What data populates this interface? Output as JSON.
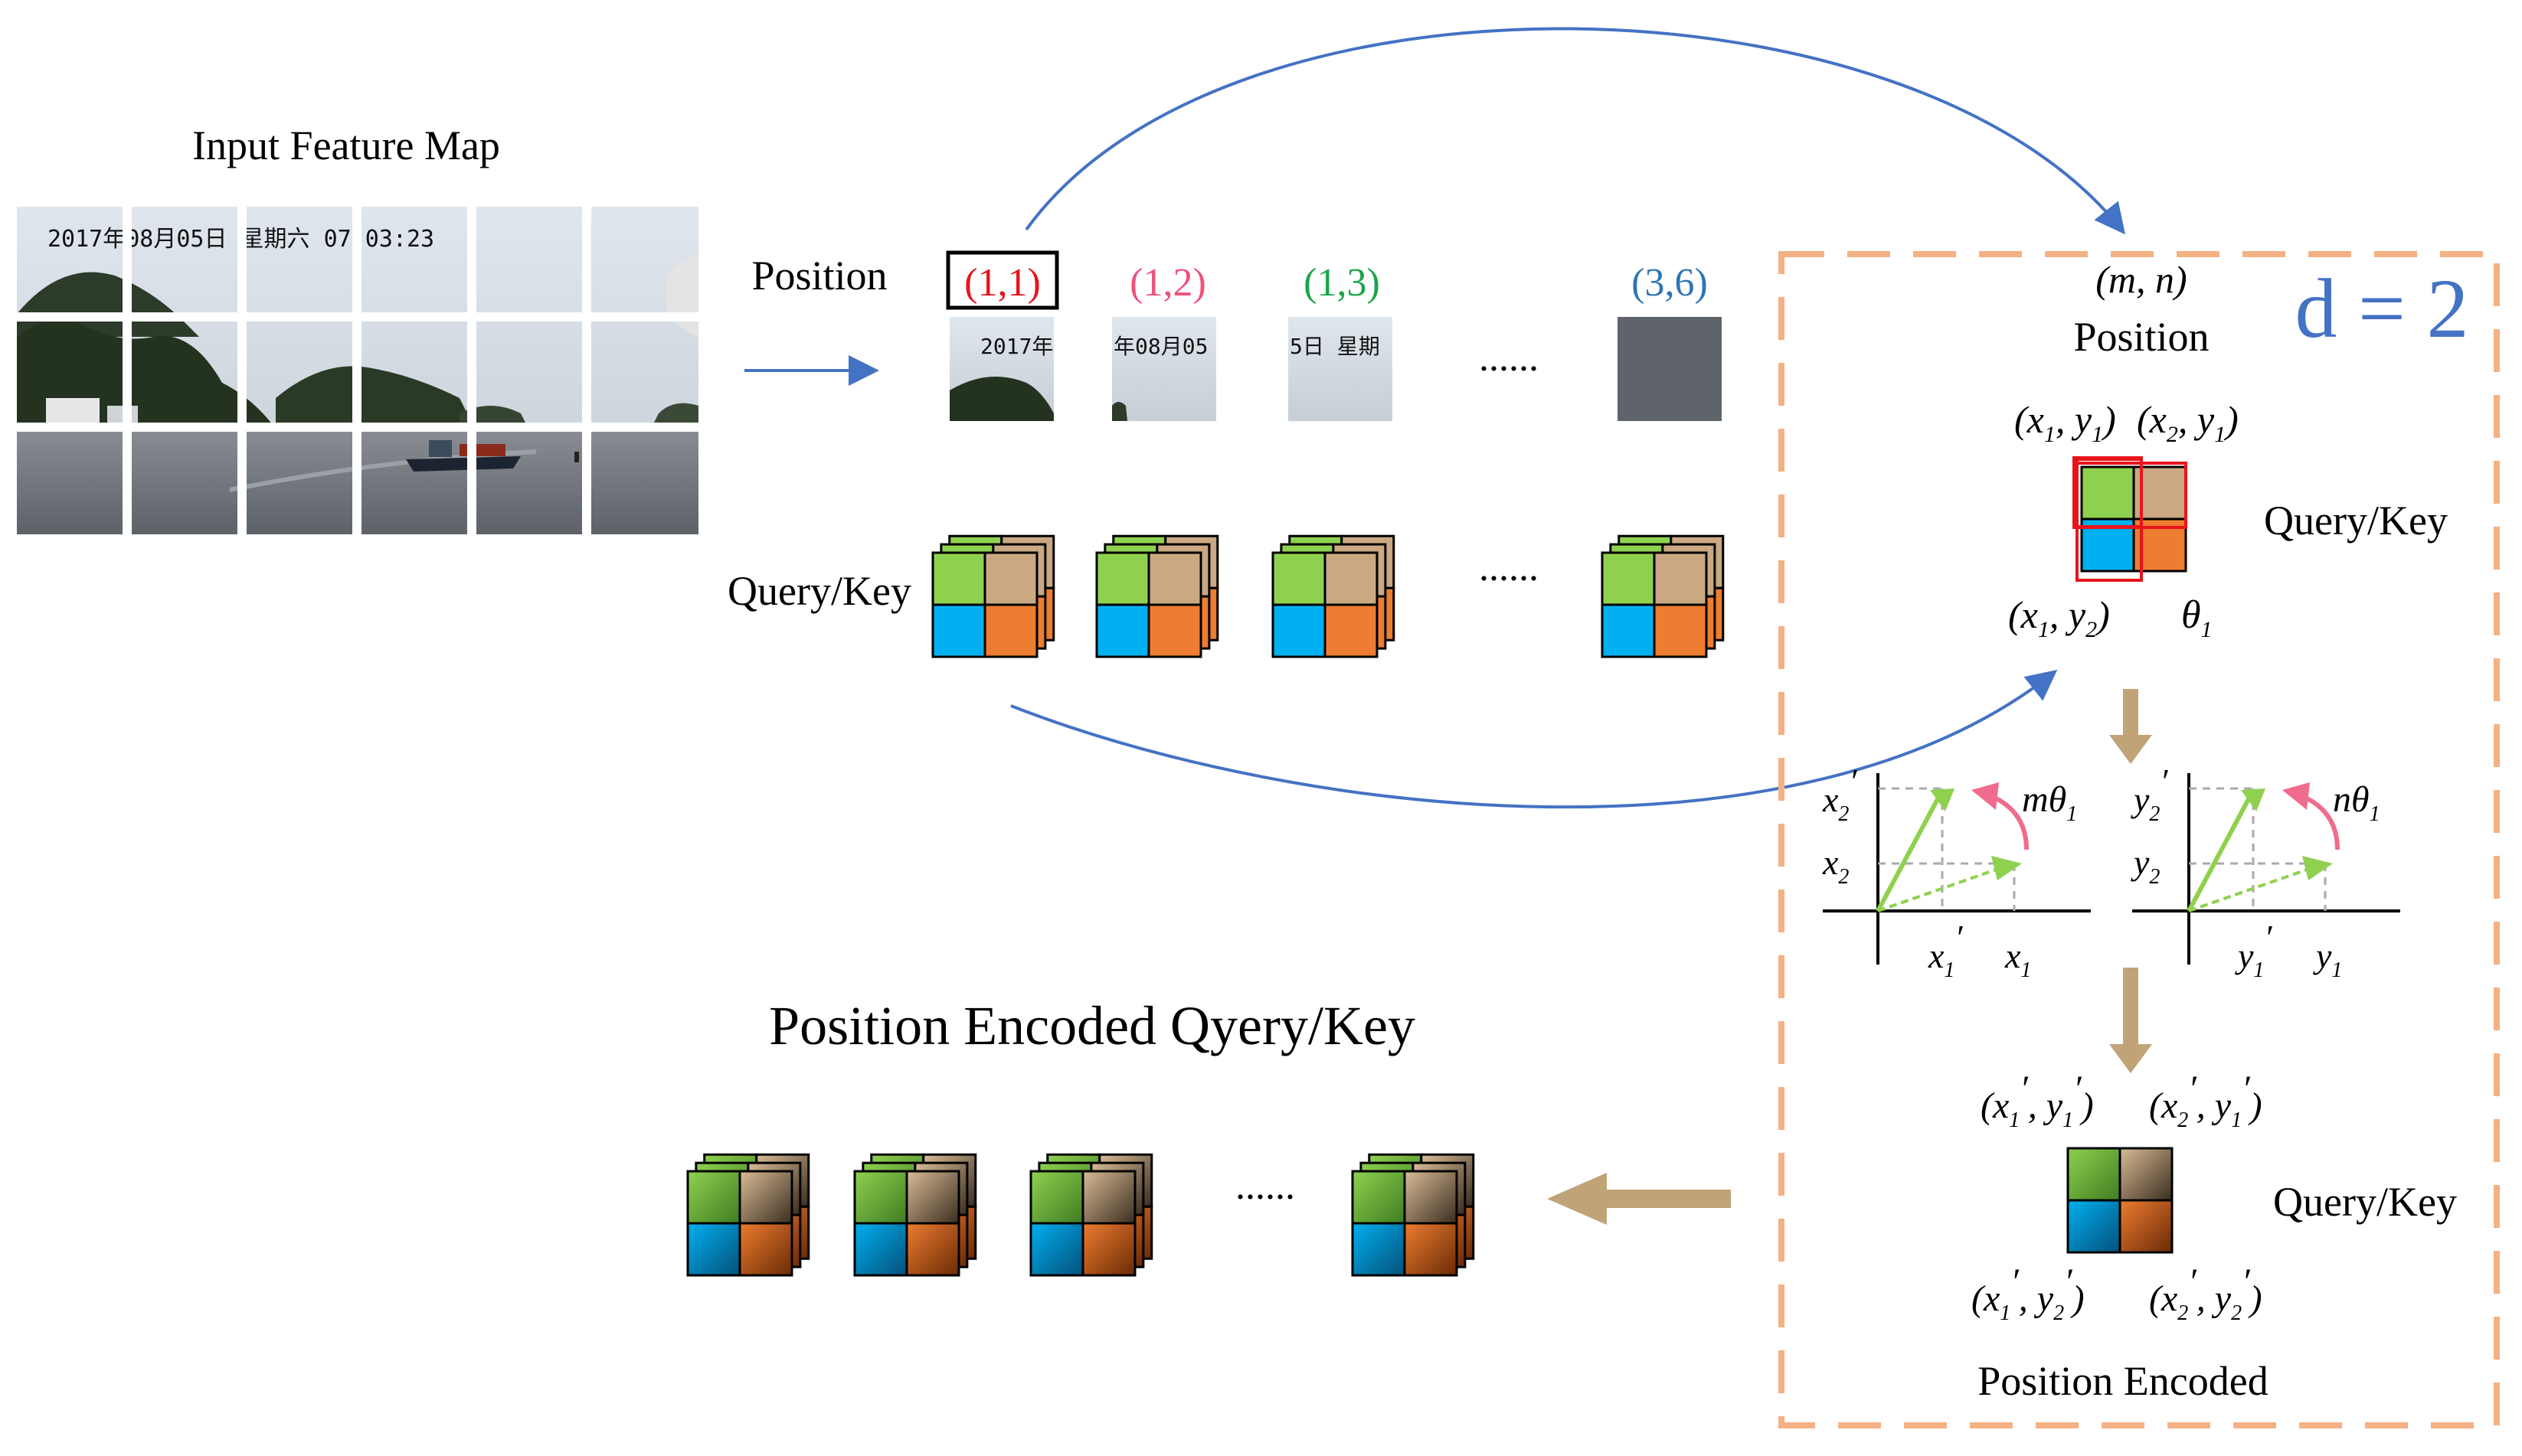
{
  "labels": {
    "input_feature_map": "Input Feature Map",
    "position": "Position",
    "query_key": "Query/Key",
    "ellipsis": "......",
    "position_encoded_title": "Position Encoded Qyery/Key",
    "d_label": "d = 2",
    "mn": "(m, n)",
    "position_right": "Position",
    "query_key_right": "Query/Key",
    "query_key_encoded": "Query/Key",
    "position_encoded": "Position Encoded",
    "theta": "θ",
    "theta_sub": "1"
  },
  "photo": {
    "timestamp": "2017年08月05日 星期六 07:03:23",
    "grid_rows": 3,
    "grid_cols": 6
  },
  "patches": [
    {
      "label": "(1,1)",
      "color": "#e8141c",
      "text": "2017年"
    },
    {
      "label": "(1,2)",
      "color": "#f0507a",
      "text": "年08月05"
    },
    {
      "label": "(1,3)",
      "color": "#1aa54a",
      "text": "5日 星期"
    },
    {
      "label": "(3,6)",
      "color": "#2e75b6",
      "text": ""
    }
  ],
  "corners": {
    "top_left": {
      "x": "x",
      "xs": "1",
      "y": "y",
      "ys": "1"
    },
    "top_right": {
      "x": "x",
      "xs": "2",
      "y": "y",
      "ys": "1"
    },
    "bottom_left": {
      "x": "x",
      "xs": "1",
      "y": "y",
      "ys": "2"
    }
  },
  "encoded_corners": {
    "top_left": {
      "x": "x",
      "xs": "1",
      "y": "y",
      "ys": "1"
    },
    "top_right": {
      "x": "x",
      "xs": "2",
      "y": "y",
      "ys": "1"
    },
    "bottom_left": {
      "x": "x",
      "xs": "1",
      "y": "y",
      "ys": "2"
    },
    "bottom_right": {
      "x": "x",
      "xs": "2",
      "y": "y",
      "ys": "2"
    }
  },
  "rotation_x": {
    "ax1": "x",
    "ax1_sub": "2",
    "ax2": "x",
    "ax2_sub": "2",
    "bx1": "x",
    "bx1_sub": "1",
    "bx2": "x",
    "bx2_sub": "1",
    "angle": "mθ",
    "angle_sub": "1"
  },
  "rotation_y": {
    "ax1": "y",
    "ax1_sub": "2",
    "ax2": "y",
    "ax2_sub": "2",
    "bx1": "y",
    "bx1_sub": "1",
    "bx2": "y",
    "bx2_sub": "1",
    "angle": "nθ",
    "angle_sub": "1"
  },
  "colors": {
    "green": "#8fd14f",
    "tan": "#c9a882",
    "blue": "#00b0f0",
    "orange": "#ed7d31",
    "arrow_blue": "#4472c4",
    "arrow_tan": "#c1a378",
    "dashed_orange": "#f4b183",
    "title_blue": "#4472c4",
    "pink": "#f06c8c",
    "red_box": "#e8141c"
  }
}
